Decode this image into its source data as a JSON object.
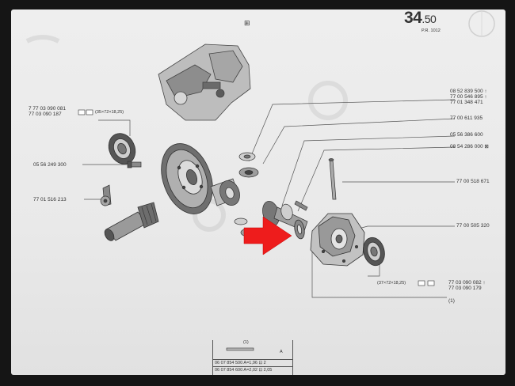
{
  "page": {
    "number": "34",
    "number_decimal": ".50",
    "reference": "P.R. 1012"
  },
  "labels": {
    "bearing_top_left": [
      "7 77 03 090 081",
      "77 03 090 187"
    ],
    "bearing_top_left_spec": "(35×72×18,25)",
    "bolt": "05 56 249 300",
    "speedo_gear": "77 01 516 213",
    "right_group_1": [
      "08 52 839 500 ↑",
      "77 00 546 895 ↑",
      "77 01 348 471"
    ],
    "right_2": "77 00 611 935",
    "right_3": "05 56 386 600",
    "right_4": "08 54 286 000 ⊠",
    "right_5": "77 00 518 671",
    "right_6": "77 00 505 320",
    "bearing_bottom_right": [
      "77 03 090 082 ↑",
      "77 03 090 179"
    ],
    "bearing_bottom_right_spec": "(37×72×18,25)",
    "shim_note": "(1)",
    "figure_code": "⊞"
  },
  "shim_table": {
    "header": "(1)",
    "dimension_letter": "A",
    "rows": [
      "06 07 854 500  A=1,96 ⊡ 2",
      "06 07 854 600  A=2,02 ⊡ 2,05"
    ]
  },
  "colors": {
    "paper": "#ececec",
    "ink": "#333333",
    "pointer_arrow": "#ee1c1c"
  },
  "icons": [
    "bearing-icon",
    "pointer-arrow-icon"
  ]
}
